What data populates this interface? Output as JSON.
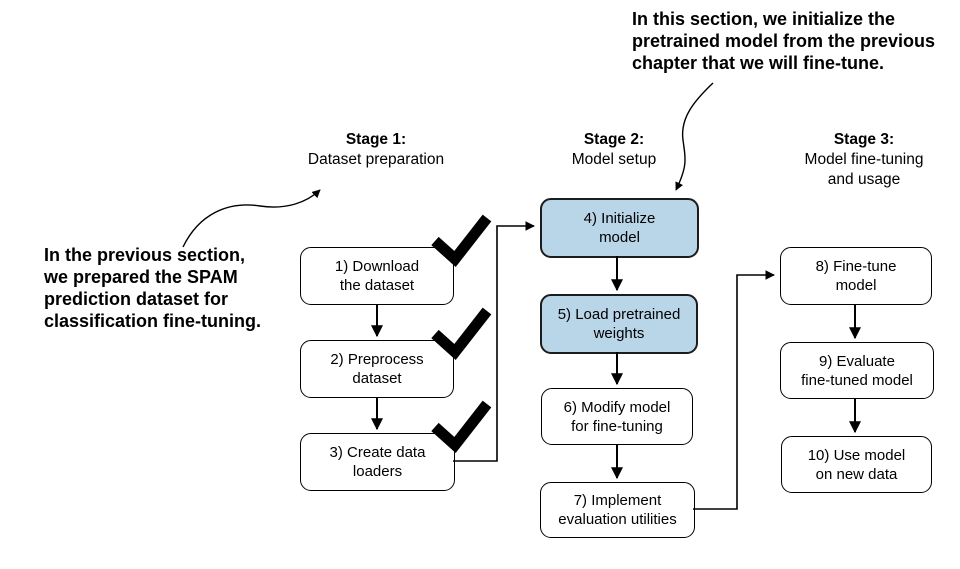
{
  "figure": {
    "annotations": {
      "top": "In this section, we initialize the\npretrained model from the previous\nchapter that we will fine-tune.",
      "left": "In the previous section,\nwe prepared the SPAM\nprediction dataset for\nclassification fine-tuning."
    },
    "stages": [
      {
        "title": "Stage 1:",
        "subtitle": "Dataset preparation"
      },
      {
        "title": "Stage 2:",
        "subtitle": "Model setup"
      },
      {
        "title": "Stage 3:",
        "subtitle": "Model fine-tuning\nand usage"
      }
    ],
    "steps": [
      {
        "label": "1) Download\nthe dataset",
        "stage": 1,
        "completed": true,
        "highlighted": false
      },
      {
        "label": "2) Preprocess\ndataset",
        "stage": 1,
        "completed": true,
        "highlighted": false
      },
      {
        "label": "3) Create data\nloaders",
        "stage": 1,
        "completed": true,
        "highlighted": false
      },
      {
        "label": "4) Initialize\nmodel",
        "stage": 2,
        "completed": false,
        "highlighted": true
      },
      {
        "label": "5) Load pretrained\nweights",
        "stage": 2,
        "completed": false,
        "highlighted": true
      },
      {
        "label": "6) Modify model\nfor fine-tuning",
        "stage": 2,
        "completed": false,
        "highlighted": false
      },
      {
        "label": "7) Implement\nevaluation utilities",
        "stage": 2,
        "completed": false,
        "highlighted": false
      },
      {
        "label": "8) Fine-tune\nmodel",
        "stage": 3,
        "completed": false,
        "highlighted": false
      },
      {
        "label": "9) Evaluate\nfine-tuned model",
        "stage": 3,
        "completed": false,
        "highlighted": false
      },
      {
        "label": "10) Use model\non new data",
        "stage": 3,
        "completed": false,
        "highlighted": false
      }
    ],
    "colors": {
      "highlight_fill": "#b9d6e9",
      "line": "#000000",
      "text": "#000000"
    }
  }
}
